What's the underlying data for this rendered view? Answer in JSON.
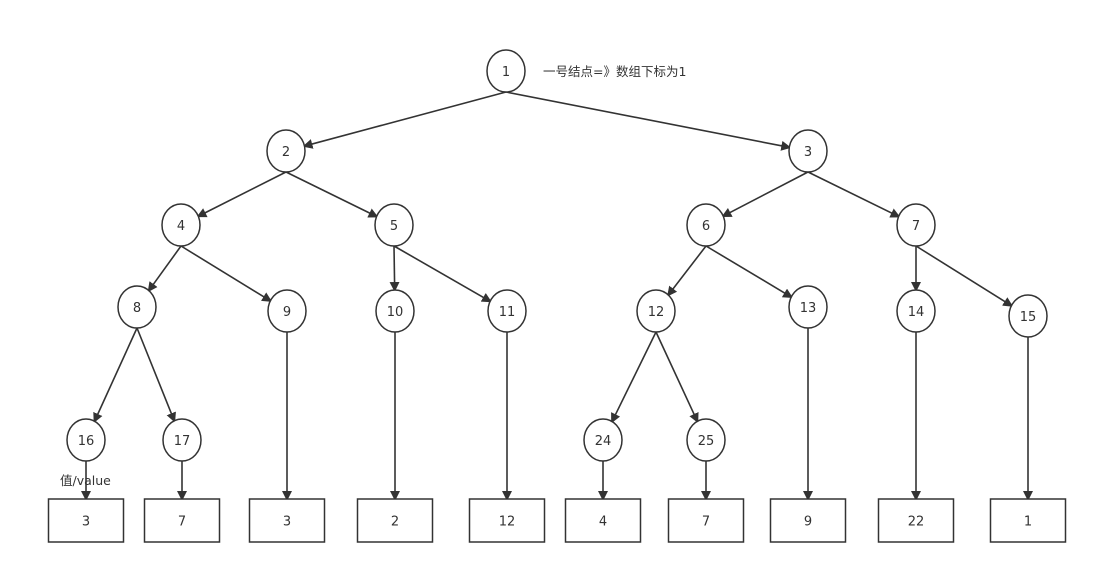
{
  "diagram": {
    "root_note": "一号结点=》数组下标为1",
    "value_note": "值/value",
    "colors": {
      "stroke": "#333333",
      "fill": "#ffffff",
      "text": "#333333"
    },
    "nodes": [
      {
        "id": "1",
        "label": "1"
      },
      {
        "id": "2",
        "label": "2"
      },
      {
        "id": "3",
        "label": "3"
      },
      {
        "id": "4",
        "label": "4"
      },
      {
        "id": "5",
        "label": "5"
      },
      {
        "id": "6",
        "label": "6"
      },
      {
        "id": "7",
        "label": "7"
      },
      {
        "id": "8",
        "label": "8"
      },
      {
        "id": "9",
        "label": "9"
      },
      {
        "id": "10",
        "label": "10"
      },
      {
        "id": "11",
        "label": "11"
      },
      {
        "id": "12",
        "label": "12"
      },
      {
        "id": "13",
        "label": "13"
      },
      {
        "id": "14",
        "label": "14"
      },
      {
        "id": "15",
        "label": "15"
      },
      {
        "id": "16",
        "label": "16"
      },
      {
        "id": "17",
        "label": "17"
      },
      {
        "id": "24",
        "label": "24"
      },
      {
        "id": "25",
        "label": "25"
      }
    ],
    "leaves": [
      {
        "node": "16",
        "value": "3"
      },
      {
        "node": "17",
        "value": "7"
      },
      {
        "node": "9",
        "value": "3"
      },
      {
        "node": "10",
        "value": "2"
      },
      {
        "node": "11",
        "value": "12"
      },
      {
        "node": "24",
        "value": "4"
      },
      {
        "node": "25",
        "value": "7"
      },
      {
        "node": "13",
        "value": "9"
      },
      {
        "node": "14",
        "value": "22"
      },
      {
        "node": "15",
        "value": "1"
      }
    ],
    "edges": [
      [
        "1",
        "2"
      ],
      [
        "1",
        "3"
      ],
      [
        "2",
        "4"
      ],
      [
        "2",
        "5"
      ],
      [
        "3",
        "6"
      ],
      [
        "3",
        "7"
      ],
      [
        "4",
        "8"
      ],
      [
        "4",
        "9"
      ],
      [
        "5",
        "10"
      ],
      [
        "5",
        "11"
      ],
      [
        "6",
        "12"
      ],
      [
        "6",
        "13"
      ],
      [
        "7",
        "14"
      ],
      [
        "7",
        "15"
      ],
      [
        "8",
        "16"
      ],
      [
        "8",
        "17"
      ],
      [
        "12",
        "24"
      ],
      [
        "12",
        "25"
      ]
    ]
  }
}
